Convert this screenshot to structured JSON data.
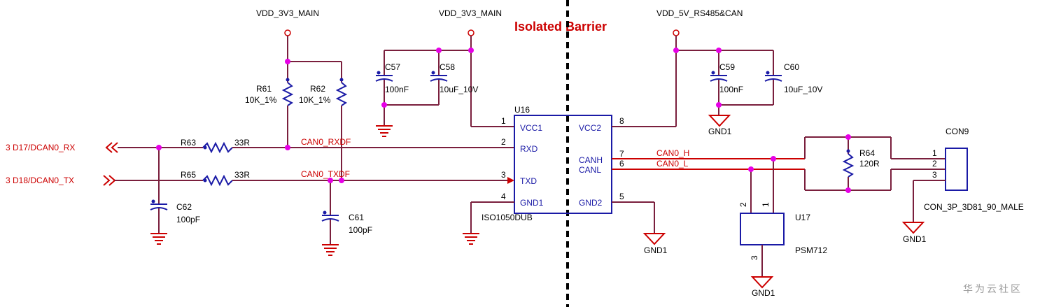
{
  "title": "Isolated Barrier",
  "power": {
    "vdd1": "VDD_3V3_MAIN",
    "vdd2": "VDD_3V3_MAIN",
    "vdd3": "VDD_5V_RS485&CAN"
  },
  "nets": {
    "rx_port": "3  D17/DCAN0_RX",
    "tx_port": "3  D18/DCAN0_TX",
    "rxd": "CAN0_RXDF",
    "txd": "CAN0_TXDF",
    "canh": "CAN0_H",
    "canl": "CAN0_L"
  },
  "components": {
    "r61": {
      "ref": "R61",
      "val": "10K_1%"
    },
    "r62": {
      "ref": "R62",
      "val": "10K_1%"
    },
    "r63": {
      "ref": "R63",
      "val": "33R"
    },
    "r65": {
      "ref": "R65",
      "val": "33R"
    },
    "r64": {
      "ref": "R64",
      "val": "120R"
    },
    "c57": {
      "ref": "C57",
      "val": "100nF"
    },
    "c58": {
      "ref": "C58",
      "val": "10uF_10V"
    },
    "c59": {
      "ref": "C59",
      "val": "100nF"
    },
    "c60": {
      "ref": "C60",
      "val": "10uF_10V"
    },
    "c61": {
      "ref": "C61",
      "val": "100pF"
    },
    "c62": {
      "ref": "C62",
      "val": "100pF"
    },
    "u16": {
      "ref": "U16",
      "part": "ISO1050DUB",
      "pins_left": [
        {
          "num": "1",
          "name": "VCC1"
        },
        {
          "num": "2",
          "name": "RXD"
        },
        {
          "num": "3",
          "name": "TXD"
        },
        {
          "num": "4",
          "name": "GND1"
        }
      ],
      "pins_right": [
        {
          "num": "8",
          "name": "VCC2"
        },
        {
          "num": "7",
          "name": "CANH"
        },
        {
          "num": "6",
          "name": "CANL"
        },
        {
          "num": "5",
          "name": "GND2"
        }
      ]
    },
    "u17": {
      "ref": "U17",
      "part": "PSM712",
      "pins": [
        "2",
        "1",
        "3"
      ]
    },
    "con9": {
      "ref": "CON9",
      "part": "CON_3P_3D81_90_MALE",
      "pins": [
        "1",
        "2",
        "3"
      ]
    }
  },
  "grounds": {
    "gnd1": "GND1"
  },
  "watermark": "华为云社区"
}
